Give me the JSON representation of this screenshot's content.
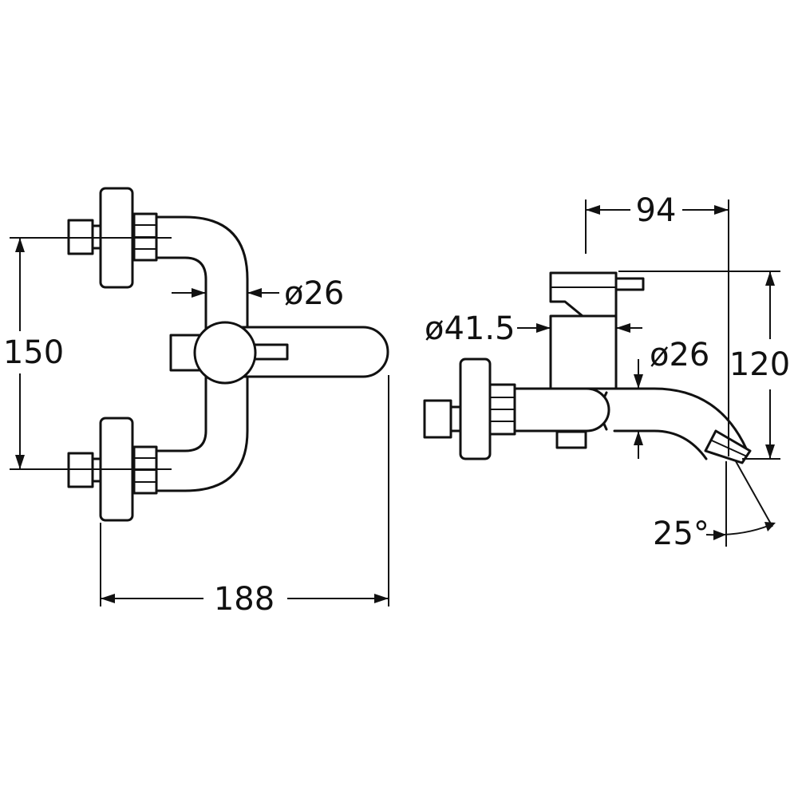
{
  "front_view": {
    "dim_height": "150",
    "dim_width": "188",
    "dim_pipe_diameter": "ø26"
  },
  "side_view": {
    "dim_depth": "94",
    "dim_height": "120",
    "dim_body_diameter": "ø41.5",
    "dim_spout_diameter": "ø26",
    "dim_spout_angle": "25°"
  },
  "colors": {
    "line": "#111111",
    "background": "#ffffff"
  }
}
